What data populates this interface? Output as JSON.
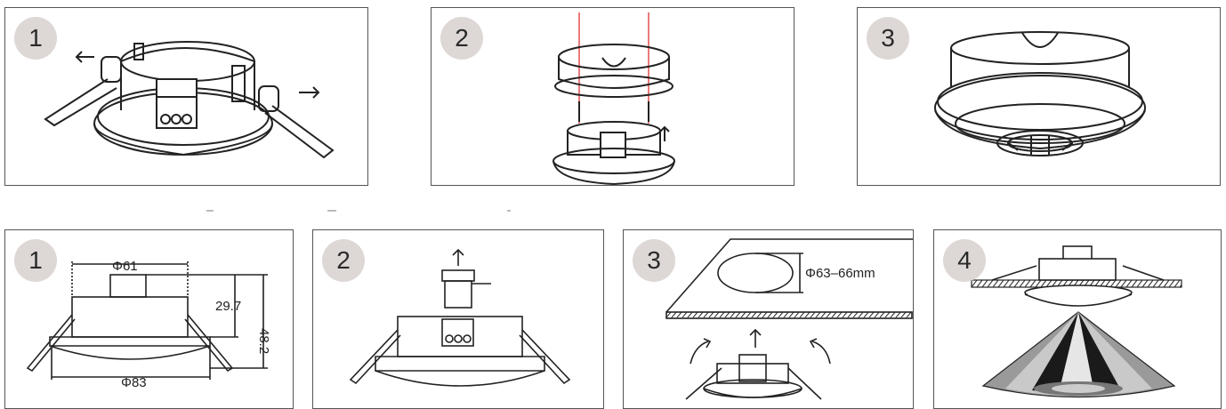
{
  "top_row": [
    {
      "step": "1"
    },
    {
      "step": "2"
    },
    {
      "step": "3"
    }
  ],
  "bottom_row": [
    {
      "step": "1",
      "dims": {
        "inner_diameter": "Φ61",
        "outer_diameter": "Φ83",
        "depth": "29.7",
        "height": "48.2"
      }
    },
    {
      "step": "2"
    },
    {
      "step": "3",
      "dims": {
        "cutout": "Φ63–66mm"
      }
    },
    {
      "step": "4"
    }
  ]
}
